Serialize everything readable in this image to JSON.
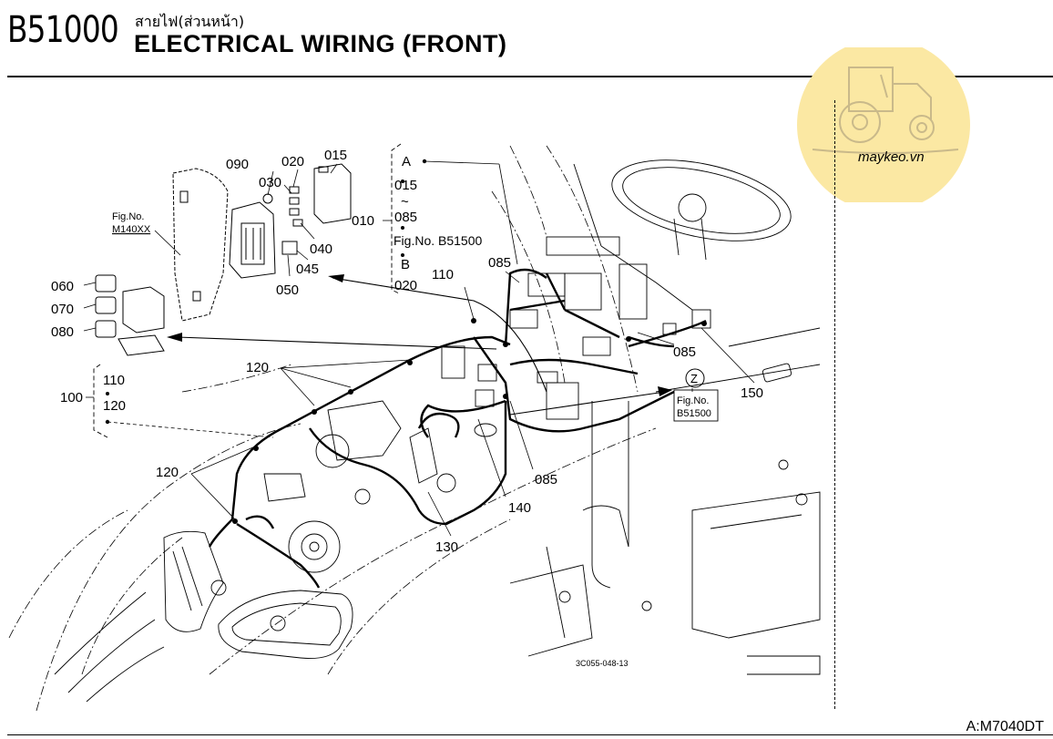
{
  "header": {
    "code": "B51000",
    "title_thai": "สายไฟ(ส่วนหน้า)",
    "title": "ELECTRICAL WIRING (FRONT)"
  },
  "footer": {
    "model": "A:M7040DT"
  },
  "watermark": {
    "text": "maykeo.vn",
    "circle_color": "#fbe8a3"
  },
  "labels": {
    "p015": "015",
    "p020": "020",
    "p030": "030",
    "p040": "040",
    "p045": "045",
    "p050": "050",
    "p060": "060",
    "p070": "070",
    "p080": "080",
    "p090": "090",
    "p010": "010",
    "p100": "100",
    "p110a": "110",
    "p110b": "110",
    "p120a": "120",
    "p120b": "120",
    "p120c": "120",
    "p130": "130",
    "p140": "140",
    "p150": "150",
    "p085a": "085",
    "p085b": "085",
    "p085c": "085",
    "range_a": "A",
    "range_015": "015",
    "range_085": "085",
    "range_b": "B",
    "range_020": "020",
    "range_fig": "Fig.No. B51500",
    "fig_m140xx_a": "Fig.No.",
    "fig_m140xx_b": "M140XX",
    "fig_b51500_a": "Fig.No.",
    "fig_b51500_b": "B51500",
    "z_mark": "Z",
    "drawing_no": "3C055-048-13",
    "sub_120": "120"
  }
}
